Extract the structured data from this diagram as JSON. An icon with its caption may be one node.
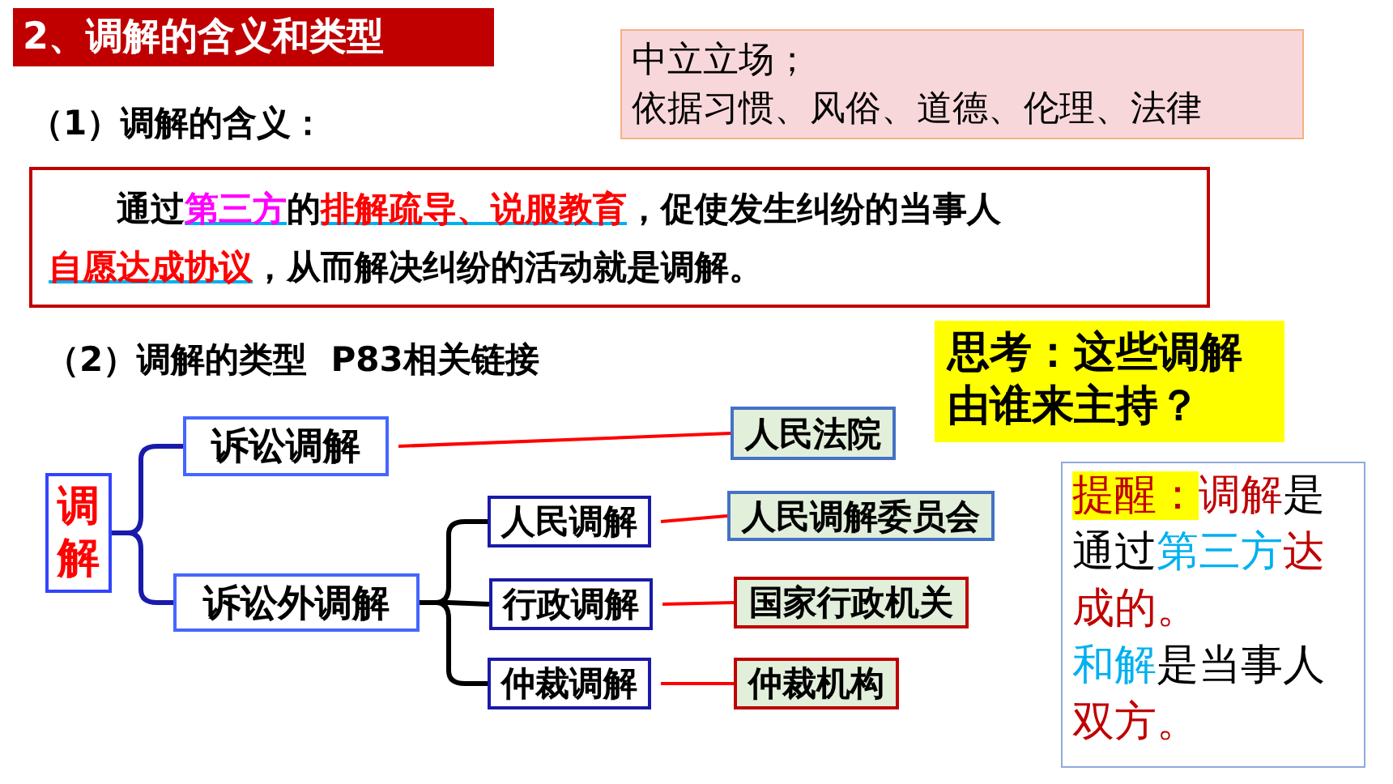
{
  "diagram": {
    "title": "2、调解的含义和类型",
    "nodes": [
      {
        "text": [
          "中立立场；",
          "依据习惯、风俗、道德、伦理、法律"
        ]
      },
      {
        "text": [
          "通过",
          "第三方",
          "的",
          "排解疏导、说服教育",
          "，促使发生纠纷的当事人",
          "自愿达成协议",
          "，从而解决纠纷的活动就是调解。"
        ]
      },
      {
        "text": [
          "思考：这些调解由谁来主持？"
        ]
      },
      {
        "text": [
          "提醒：",
          "调解",
          "是通过",
          "第三方",
          "达成的。",
          "和解",
          "是当事人",
          "双方。"
        ]
      },
      {
        "text": [
          "调解"
        ]
      },
      {
        "text": [
          "诉讼调解"
        ]
      },
      {
        "text": [
          "诉讼外调解"
        ]
      },
      {
        "text": [
          "人民调解"
        ]
      },
      {
        "text": [
          "行政调解"
        ]
      },
      {
        "text": [
          "仲裁调解"
        ]
      },
      {
        "text": [
          "人民法院"
        ]
      },
      {
        "text": [
          "人民调解委员会"
        ]
      },
      {
        "text": [
          "国家行政机关"
        ]
      },
      {
        "text": [
          "仲裁机构"
        ]
      }
    ],
    "edges": [
      {
        "from": 4,
        "to": 5,
        "arrow": "none",
        "color": "#1a1aaa"
      },
      {
        "from": 4,
        "to": 6,
        "arrow": "none",
        "color": "#1a1aaa"
      },
      {
        "from": 6,
        "to": 7,
        "arrow": "none",
        "color": "#000000"
      },
      {
        "from": 6,
        "to": 8,
        "arrow": "none",
        "color": "#000000"
      },
      {
        "from": 6,
        "to": 9,
        "arrow": "none",
        "color": "#000000"
      },
      {
        "from": 5,
        "to": 10,
        "arrow": "none",
        "color": "#ff0000"
      },
      {
        "from": 7,
        "to": 11,
        "arrow": "none",
        "color": "#ff0000"
      },
      {
        "from": 8,
        "to": 12,
        "arrow": "none",
        "color": "#ff0000"
      },
      {
        "from": 9,
        "to": 13,
        "arrow": "none",
        "color": "#ff0000"
      }
    ],
    "labels": [
      "（1）调解的含义：",
      "（2）调解的类型  P83相关链接"
    ]
  }
}
